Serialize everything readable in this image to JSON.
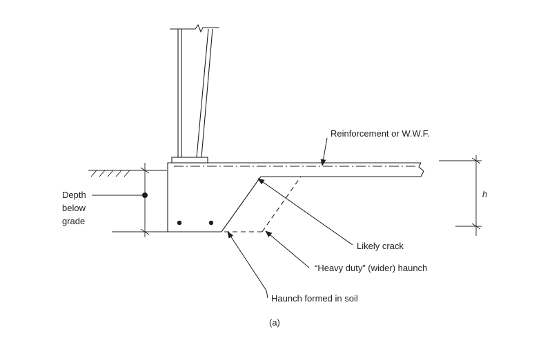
{
  "labels": {
    "reinforcement": "Reinforcement or W.W.F.",
    "depth_line1": "Depth",
    "depth_line2": "below",
    "depth_line3": "grade",
    "h": "h",
    "likely_crack": "Likely crack",
    "heavy_duty": "“Heavy duty” (wider) haunch",
    "haunch_soil": "Haunch formed in soil",
    "caption": "(a)"
  },
  "colors": {
    "ink": "#1e1e1e",
    "background": "#ffffff"
  }
}
